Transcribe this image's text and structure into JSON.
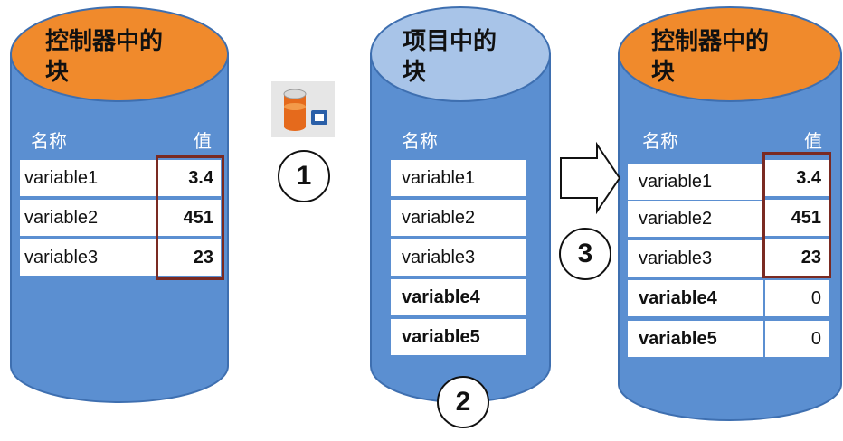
{
  "colors": {
    "cylinder_body": "#5b8fd1",
    "cylinder_top_orange": "#f08a2c",
    "cylinder_top_blue": "#a8c4e8",
    "highlight_border": "#7a2a22"
  },
  "left": {
    "title": "控制器中的\n块",
    "header_name": "名称",
    "header_value": "值",
    "rows": [
      {
        "name": "variable1",
        "value": "3.4"
      },
      {
        "name": "variable2",
        "value": "451"
      },
      {
        "name": "variable3",
        "value": "23"
      }
    ]
  },
  "middle": {
    "title": "项目中的\n块",
    "header_name": "名称",
    "rows": [
      {
        "name": "variable1"
      },
      {
        "name": "variable2"
      },
      {
        "name": "variable3"
      },
      {
        "name": "variable4"
      },
      {
        "name": "variable5"
      }
    ]
  },
  "right": {
    "title": "控制器中的\n块",
    "header_name": "名称",
    "header_value": "值",
    "rows": [
      {
        "name": "variable1",
        "value": "3.4"
      },
      {
        "name": "variable2",
        "value": "451"
      },
      {
        "name": "variable3",
        "value": "23"
      },
      {
        "name": "variable4",
        "value": "0"
      },
      {
        "name": "variable5",
        "value": "0"
      }
    ]
  },
  "steps": [
    "1",
    "2",
    "3"
  ],
  "icons": [
    "database-upload-icon",
    "right-arrow-icon"
  ]
}
